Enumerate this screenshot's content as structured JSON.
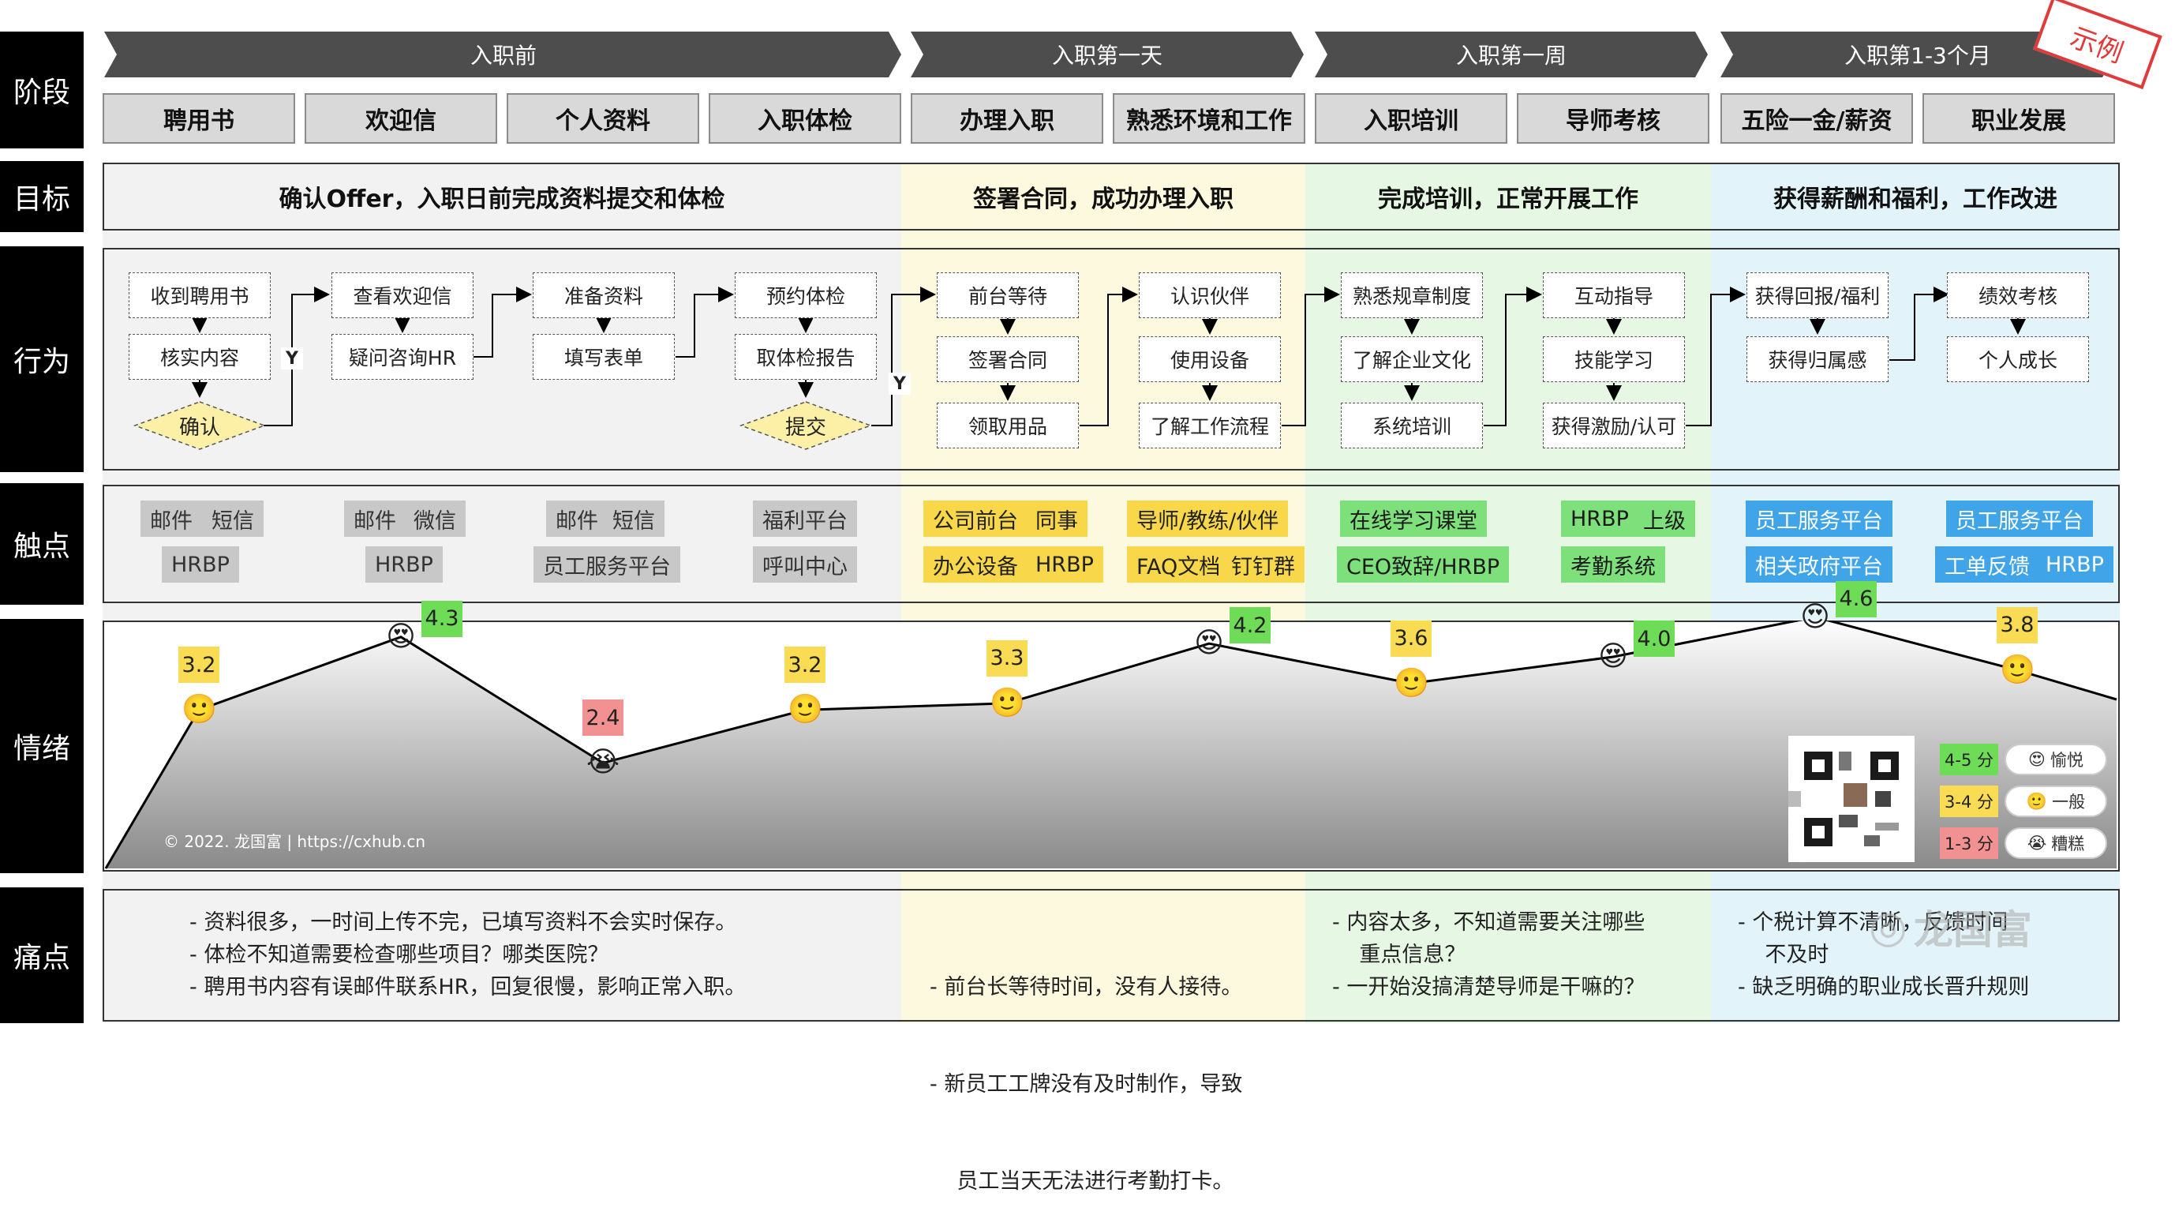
{
  "row_labels": {
    "stage": "阶段",
    "goal": "目标",
    "behavior": "行为",
    "touchpoint": "触点",
    "emotion": "情绪",
    "pain": "痛点"
  },
  "stages": [
    "入职前",
    "入职第一天",
    "入职第一周",
    "入职第1-3个月"
  ],
  "substages": [
    "聘用书",
    "欢迎信",
    "个人资料",
    "入职体检",
    "办理入职",
    "熟悉环境和工作",
    "入职培训",
    "导师考核",
    "五险一金/薪资",
    "职业发展"
  ],
  "stamp": "示例",
  "goals": [
    "确认Offer，入职日前完成资料提交和体检",
    "签署合同，成功办理入职",
    "完成培训，正常开展工作",
    "获得薪酬和福利，工作改进"
  ],
  "colors": {
    "black": "#000000",
    "stage_gray": "#4d4d4d",
    "gray_tint": "#f2f2f2",
    "yellow_tint": "#fcf9de",
    "green_tint": "#e6f7e3",
    "blue_tint": "#e2f4fa",
    "green_score": "#6fdc57",
    "yellow_score": "#f9dc53",
    "red_score": "#f29191"
  },
  "behaviors": {
    "g1": [
      "收到聘用书",
      "核实内容"
    ],
    "g1_decision": "确认",
    "g2": [
      "查看欢迎信",
      "疑问咨询HR"
    ],
    "g3": [
      "准备资料",
      "填写表单"
    ],
    "g4": [
      "预约体检",
      "取体检报告"
    ],
    "g4_decision": "提交",
    "g5": [
      "前台等待",
      "签署合同",
      "领取用品"
    ],
    "g6": [
      "认识伙伴",
      "使用设备",
      "了解工作流程"
    ],
    "g7": [
      "熟悉规章制度",
      "了解企业文化",
      "系统培训"
    ],
    "g8": [
      "互动指导",
      "技能学习",
      "获得激励/认可"
    ],
    "g9": [
      "获得回报/福利",
      "获得归属感"
    ],
    "g10": [
      "绩效考核",
      "个人成长"
    ],
    "yes_label": "Y"
  },
  "touchpoints": {
    "tp1": [
      "邮件",
      "短信",
      "HRBP"
    ],
    "tp2": [
      "邮件",
      "微信",
      "HRBP"
    ],
    "tp3": [
      "邮件",
      "短信",
      "员工服务平台"
    ],
    "tp4": [
      "福利平台",
      "呼叫中心"
    ],
    "tp5": [
      "公司前台",
      "同事",
      "办公设备",
      "HRBP"
    ],
    "tp6": [
      "导师/教练/伙伴",
      "FAQ文档",
      "钉钉群"
    ],
    "tp7": [
      "在线学习课堂",
      "CEO致辞/HRBP"
    ],
    "tp8": [
      "HRBP",
      "上级",
      "考勤系统"
    ],
    "tp9": [
      "员工服务平台",
      "相关政府平台"
    ],
    "tp10": [
      "员工服务平台",
      "工单反馈",
      "HRBP"
    ]
  },
  "chart_data": {
    "type": "area",
    "categories": [
      "聘用书",
      "欢迎信",
      "个人资料",
      "入职体检",
      "办理入职",
      "熟悉环境和工作",
      "入职培训",
      "导师考核",
      "五险一金/薪资",
      "职业发展"
    ],
    "values": [
      3.2,
      4.3,
      2.4,
      3.2,
      3.3,
      4.2,
      3.6,
      4.0,
      4.6,
      3.8
    ],
    "score_labels": [
      "3.2",
      "4.3",
      "2.4",
      "3.2",
      "3.3",
      "4.2",
      "3.6",
      "4.0",
      "4.6",
      "3.8"
    ],
    "moods": [
      "neutral",
      "happy",
      "sad",
      "neutral",
      "neutral",
      "happy",
      "neutral",
      "happy",
      "happy",
      "neutral"
    ],
    "legend": [
      {
        "range": "4-5 分",
        "mood": "愉悦",
        "level": "high"
      },
      {
        "range": "3-4 分",
        "mood": "一般",
        "level": "mid"
      },
      {
        "range": "1-3 分",
        "mood": "糟糕",
        "level": "low"
      }
    ]
  },
  "copyright": "© 2022. 龙国富 | https://cxhub.cn",
  "watermark": "龙国富",
  "pains": {
    "p1": [
      "-  资料很多，一时间上传不完，已填写资料不会实时保存。",
      "-  体检不知道需要检查哪些项目？哪类医院？",
      "-  聘用书内容有误邮件联系HR，回复很慢，影响正常入职。"
    ],
    "p2": [
      "-  前台长等待时间，没有人接待。",
      "-  新员工工牌没有及时制作，导致",
      "    员工当天无法进行考勤打卡。"
    ],
    "p3": [
      "-  内容太多，不知道需要关注哪些",
      "    重点信息？",
      "-  一开始没搞清楚导师是干嘛的？"
    ],
    "p4": [
      "-  个税计算不清晰，反馈时间",
      "    不及时",
      "-  缺乏明确的职业成长晋升规则"
    ]
  }
}
